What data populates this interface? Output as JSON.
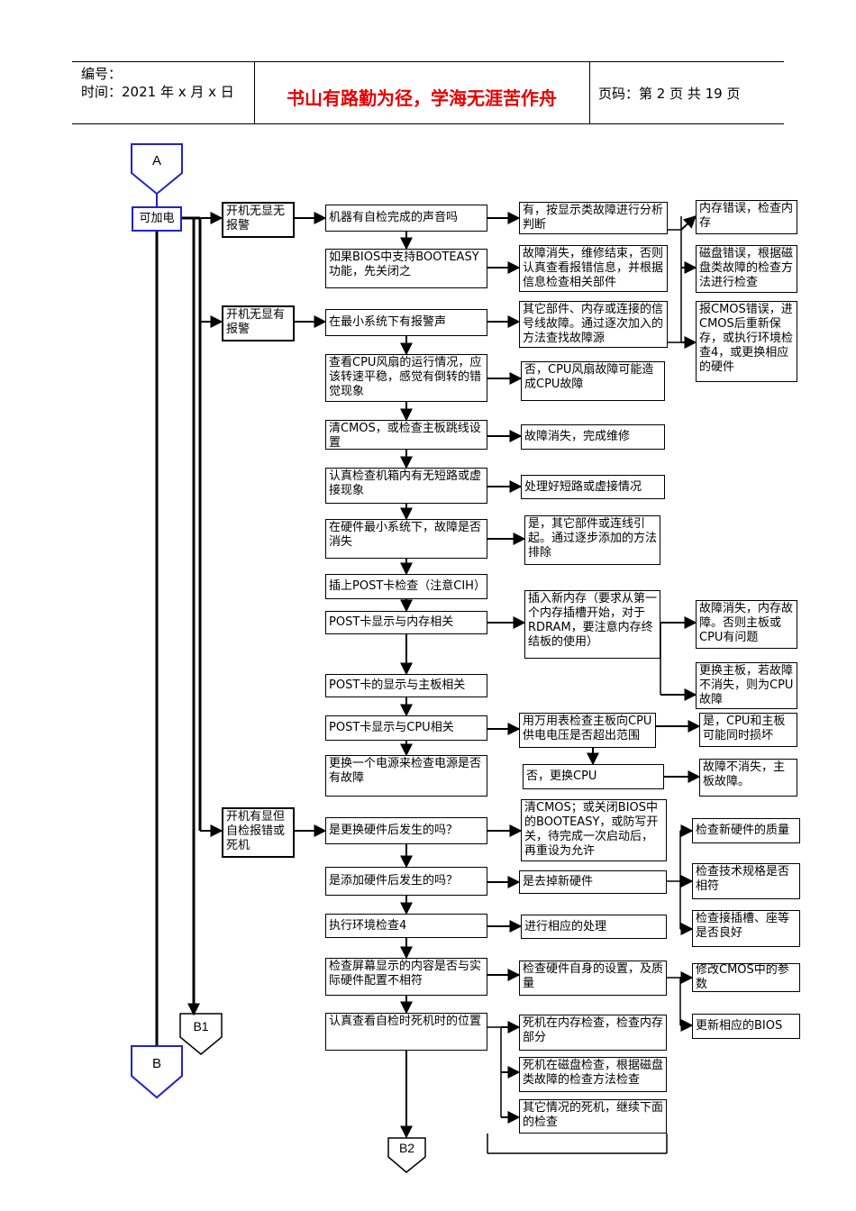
{
  "header": {
    "number_label": "编号：",
    "time_label": "时间：2021 年 x 月 x 日",
    "motto": "书山有路勤为径，学海无涯苦作舟",
    "page_info": "页码：第 2 页  共 19 页"
  },
  "terminals": {
    "a": "A",
    "b": "B",
    "b1": "B1",
    "b2": "B2"
  },
  "start": "可加电",
  "branches": {
    "no_display_no_alarm": "开机无显无报警",
    "no_display_alarm": "开机无显有报警",
    "display_error_or_hang": "开机有显但自检报错或死机"
  },
  "steps": {
    "s1": "机器有自检完成的声音吗",
    "s2": "如果BIOS中支持BOOTEASY功能，先关闭之",
    "s3": "在最小系统下有报警声",
    "s4": "查看CPU风扇的运行情况，应该转速平稳，感觉有倒转的错觉现象",
    "s5": "清CMOS，或检查主板跳线设置",
    "s6": "认真检查机箱内有无短路或虚接现象",
    "s7": "在硬件最小系统下，故障是否消失",
    "s8": "插上POST卡检查（注意CIH）",
    "s9": "POST卡显示与内存相关",
    "s10": "POST卡的显示与主板相关",
    "s11": "POST卡显示与CPU相关",
    "s12": "更换一个电源来检查电源是否有故障",
    "t1": "是更换硬件后发生的吗？",
    "t2": "是添加硬件后发生的吗？",
    "t3": "执行环境检查4",
    "t4": "检查屏幕显示的内容是否与实际硬件配置不相符",
    "t5": "认真查看自检时死机时的位置"
  },
  "results": {
    "r1": "有，按显示类故障进行分析判断",
    "r2": "故障消失，维修结束，否则认真查看报错信息，并根据信息检查相关部件",
    "r3": "其它部件、内存或连接的信号线故障。通过逐次加入的方法查找故障源",
    "r4": "否，CPU风扇故障可能造成CPU故障",
    "r5": "故障消失，完成维修",
    "r6": "处理好短路或虚接情况",
    "r7": "是，其它部件或连线引起。通过逐步添加的方法排除",
    "r8": "插入新内存（要求从第一个内存插槽开始，对于RDRAM，要注意内存终结板的使用）",
    "r9": "用万用表检查主板向CPU供电电压是否超出范围",
    "r10": "否，更换CPU",
    "u1": "清CMOS；或关闭BIOS中的BOOTEASY，或防写开关，待完成一次启动后，再重设为允许",
    "u2": "是去掉新硬件",
    "u3": "进行相应的处理",
    "u4": "检查硬件自身的设置，及质量",
    "u5": "死机在内存检查，检查内存部分",
    "u6": "死机在磁盘检查，根据磁盘类故障的检查方法检查",
    "u7": "其它情况的死机，继续下面的检查"
  },
  "outcomes": {
    "o1": "内存错误，检查内存",
    "o2": "磁盘错误，根据磁盘类故障的检查方法进行检查",
    "o3": "报CMOS错误，进CMOS后重新保存，或执行环境检查4，或更换相应的硬件",
    "o4": "故障消失，内存故障。否则主板或CPU有问题",
    "o5": "更换主板，若故障不消失，则为CPU故障",
    "o6": "是，CPU和主板可能同时损坏",
    "o7": "故障不消失，主板故障。",
    "v1": "检查新硬件的质量",
    "v2": "检查技术规格是否相符",
    "v3": "检查接插槽、座等是否良好",
    "v4": "修改CMOS中的参数",
    "v5": "更新相应的BIOS"
  }
}
